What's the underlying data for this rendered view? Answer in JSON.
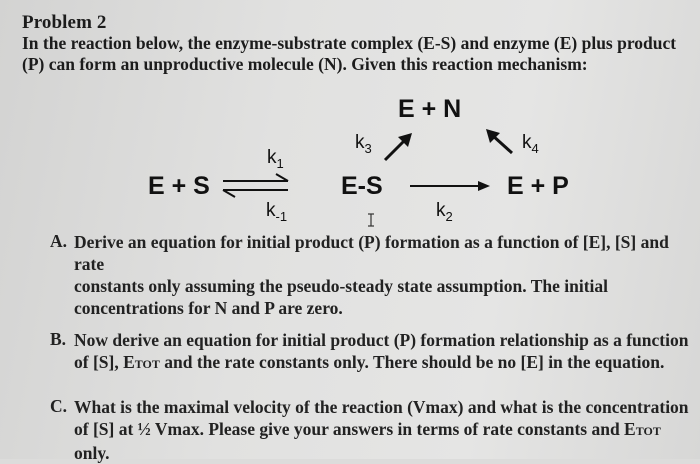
{
  "problem": {
    "title": "Problem 2",
    "intro_line1": "In the reaction below, the enzyme-substrate complex (E-S) and enzyme (E) plus product",
    "intro_line2": "(P) can form an unproductive molecule (N). Given this reaction mechanism:"
  },
  "reaction": {
    "species_en": "E + N",
    "species_es_left": "E + S",
    "species_es_complex": "E-S",
    "species_ep": "E + P",
    "k1": "k",
    "k1_sub": "1",
    "k_minus1": "k",
    "k_minus1_sub": "-1",
    "k2": "k",
    "k2_sub": "2",
    "k3": "k",
    "k3_sub": "3",
    "k4": "k",
    "k4_sub": "4"
  },
  "questions": [
    {
      "letter": "A.",
      "line1": "Derive an equation for initial product (P) formation as a function of [E], [S] and rate",
      "line2": "constants only assuming the pseudo-steady state assumption. The initial",
      "line3": "concentrations for N and P are zero."
    },
    {
      "letter": "B.",
      "line1": "Now derive an equation for initial product (P) formation relationship as a function",
      "line2_pre": "of [S], E",
      "line2_sub": "TOT",
      "line2_post": " and the rate constants only.  There should be no [E] in the equation."
    },
    {
      "letter": "C.",
      "line1": "What is the maximal velocity of the reaction (Vmax) and what is the concentration",
      "line2_pre": "of [S] at ½ Vmax. Please give your answers in terms of rate constants and E",
      "line2_sub": "TOT",
      "line2_post": " only."
    }
  ]
}
